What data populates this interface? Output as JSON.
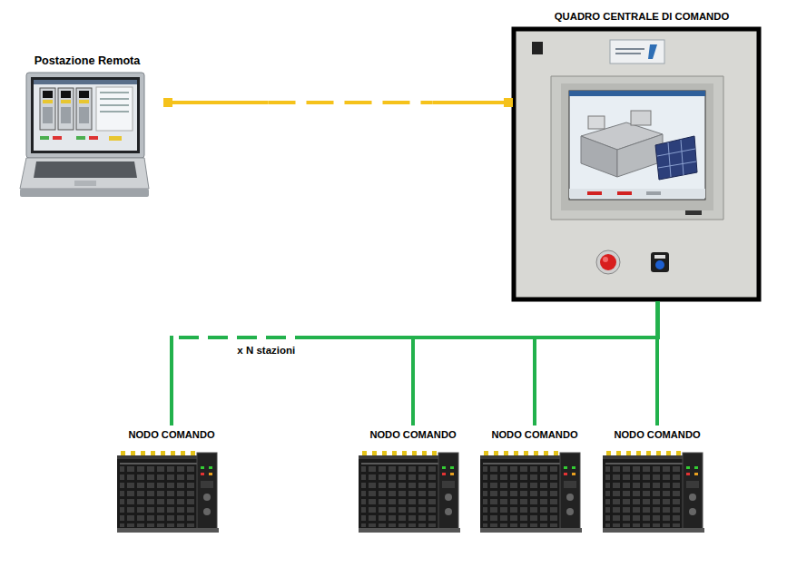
{
  "diagram": {
    "nodes": [
      {
        "text": [
          "Postazione Remota"
        ]
      },
      {
        "text": [
          "QUADRO CENTRALE DI COMANDO"
        ]
      },
      {
        "text": [
          "NODO COMANDO"
        ]
      },
      {
        "text": [
          "NODO COMANDO"
        ]
      },
      {
        "text": [
          "NODO COMANDO"
        ]
      },
      {
        "text": [
          "NODO COMANDO"
        ]
      }
    ],
    "edges": [
      {
        "from": 0,
        "to": 1,
        "arrow": "none"
      },
      {
        "from": 1,
        "to": 2,
        "arrow": "none",
        "label": "x N stazioni"
      },
      {
        "from": 1,
        "to": 3,
        "arrow": "none"
      },
      {
        "from": 1,
        "to": 4,
        "arrow": "none"
      },
      {
        "from": 1,
        "to": 5,
        "arrow": "none"
      }
    ]
  }
}
